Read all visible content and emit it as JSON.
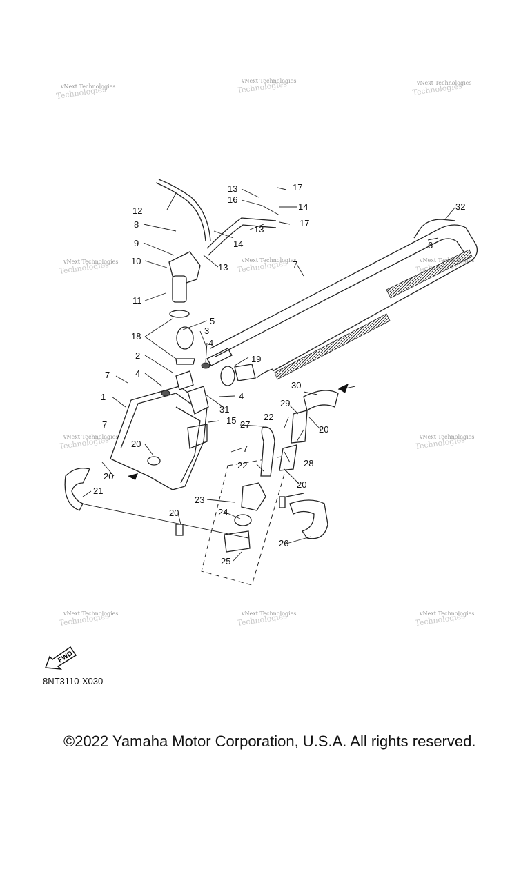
{
  "watermark": {
    "line1": "vNext Technologies",
    "line2": "Technologies"
  },
  "callouts": [
    "1",
    "2",
    "3",
    "4",
    "5",
    "6",
    "7",
    "8",
    "9",
    "10",
    "11",
    "12",
    "13",
    "14",
    "15",
    "16",
    "17",
    "18",
    "19",
    "20",
    "21",
    "22",
    "23",
    "24",
    "25",
    "26",
    "27",
    "28",
    "29",
    "30",
    "31",
    "32"
  ],
  "fwd_label": "FWD",
  "part_code": "8NT3110-X030",
  "copyright": "©2022 Yamaha Motor Corporation, U.S.A. All rights reserved."
}
